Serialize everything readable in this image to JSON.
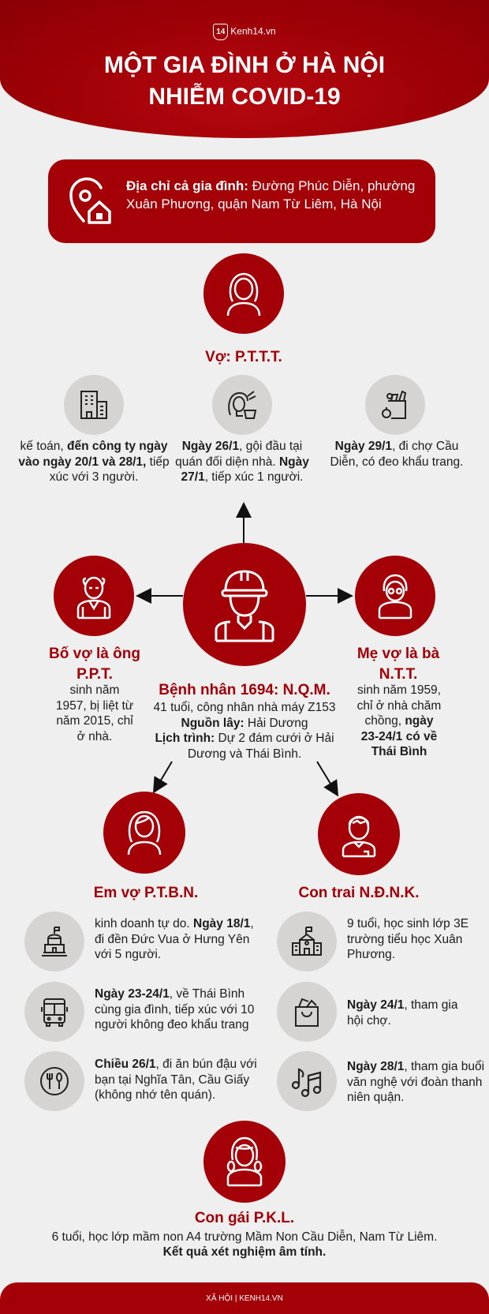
{
  "colors": {
    "accent": "#a30007",
    "background": "#efefef",
    "icon_circle": "#d6d4d2"
  },
  "header": {
    "logo_number": "14",
    "logo_text": "Kenh14.vn",
    "title_line1": "MỘT GIA ĐÌNH Ở HÀ NỘI",
    "title_line2": "NHIỄM COVID-19"
  },
  "address": {
    "icon": "location-home-icon",
    "label": "Địa chỉ cả gia đình:",
    "value": " Đường Phúc Diễn, phường Xuân Phương, quận Nam Từ Liêm, Hà Nội"
  },
  "wife": {
    "icon": "woman-icon",
    "label": "Vợ: P.T.T.T.",
    "activities": [
      {
        "icon": "office-building-icon",
        "parts": [
          "kế toán, ",
          "đến công ty ngày vào ngày 20/1 và 28/1,",
          " tiếp xúc với 3 người."
        ]
      },
      {
        "icon": "hair-wash-icon",
        "parts": [
          "Ngày 26/1",
          ", gội đầu tại quán đối diện nhà. ",
          "Ngày 27/1",
          ", tiếp xúc 1 người."
        ]
      },
      {
        "icon": "grocery-bag-icon",
        "parts": [
          "Ngày 29/1",
          ", đi chợ Cầu Diễn, có đeo khẩu trang."
        ]
      }
    ]
  },
  "patient": {
    "icon": "worker-helmet-icon",
    "label": "Bệnh nhân 1694: N.Q.M.",
    "line1": "41 tuổi, công nhân nhà máy Z153",
    "source_label": "Nguồn lây:",
    "source_value": " Hải Dương",
    "schedule_label": "Lịch trình:",
    "schedule_value": " Dự 2 đám cưới ở Hải Dương và Thái Bình."
  },
  "father_in_law": {
    "icon": "old-man-icon",
    "label": "Bố vợ là ông P.P.T.",
    "text": "sinh năm 1957, bị liệt từ năm 2015, chỉ ở nhà."
  },
  "mother_in_law": {
    "icon": "old-woman-icon",
    "label": "Mẹ vợ là bà N.T.T.",
    "text": "sinh năm 1959, chỉ ở nhà chăm chồng, ",
    "bold": "ngày 23-24/1 có về Thái Bình"
  },
  "sister_in_law": {
    "icon": "woman-icon",
    "label": "Em vợ P.T.B.N.",
    "activities": [
      {
        "icon": "temple-icon",
        "parts": [
          "kinh doanh tự do. ",
          "Ngày 18/1",
          ", đi đền Đức Vua ở Hưng Yên với 5 người."
        ]
      },
      {
        "icon": "bus-icon",
        "parts": [
          "Ngày 23-24/1",
          ", về Thái Bình cùng gia đình, tiếp xúc với 10 người không đeo khẩu trang"
        ]
      },
      {
        "icon": "dining-icon",
        "parts": [
          "Chiều 26/1",
          ", đi ăn bún đậu với bạn tại Nghĩa Tân, Cầu Giấy (không nhớ tên quán)."
        ]
      }
    ]
  },
  "son": {
    "icon": "boy-icon",
    "label": "Con trai N.Đ.N.K.",
    "activities": [
      {
        "icon": "school-icon",
        "parts": [
          "9 tuổi, học sinh lớp 3E trường tiểu học Xuân Phương."
        ]
      },
      {
        "icon": "shopping-bag-icon",
        "parts": [
          "Ngày 24/1",
          ", tham gia hội chợ."
        ]
      },
      {
        "icon": "music-notes-icon",
        "parts": [
          "Ngày 28/1",
          ", tham gia buổi văn nghệ với đoàn thanh niên quận."
        ]
      }
    ]
  },
  "daughter": {
    "icon": "girl-icon",
    "label": "Con gái P.K.L.",
    "text": "6 tuổi, học lớp mầm non A4 trường Mầm Non Cầu Diễn, Nam Từ Liêm.",
    "bold": "Kết quả xét nghiệm âm tính."
  },
  "footer": {
    "text": "XÃ HỘI | KENH14.VN"
  }
}
